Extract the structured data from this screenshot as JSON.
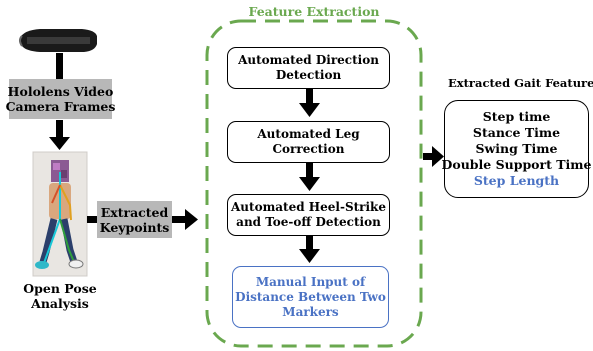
{
  "headset": {
    "icon": "vr-headset-icon"
  },
  "video_frames": {
    "line1": "Hololens Video",
    "line2": "Camera Frames"
  },
  "person_photo": {
    "icon": "person-walking-pose-image"
  },
  "pose_analysis": {
    "line1": "Open Pose",
    "line2": "Analysis"
  },
  "keypoints": {
    "line1": "Extracted",
    "line2": "Keypoints"
  },
  "feature_extraction": {
    "title": "Feature Extraction",
    "border_color": "#6aa84f",
    "steps": [
      {
        "line1": "Automated Direction",
        "line2": "Detection"
      },
      {
        "line1": "Automated Leg",
        "line2": "Correction"
      },
      {
        "line1": "Automated Heel-Strike",
        "line2": "and Toe-off Detection"
      },
      {
        "line1": "Manual Input of",
        "line2": "Distance Between Two",
        "line3": "Markers"
      }
    ]
  },
  "gait_features": {
    "heading": "Extracted Gait Features",
    "items": [
      "Step time",
      "Stance Time",
      "Swing Time",
      "Double Support Time",
      "Step Length"
    ],
    "highlight_color": "#4a72c4"
  }
}
